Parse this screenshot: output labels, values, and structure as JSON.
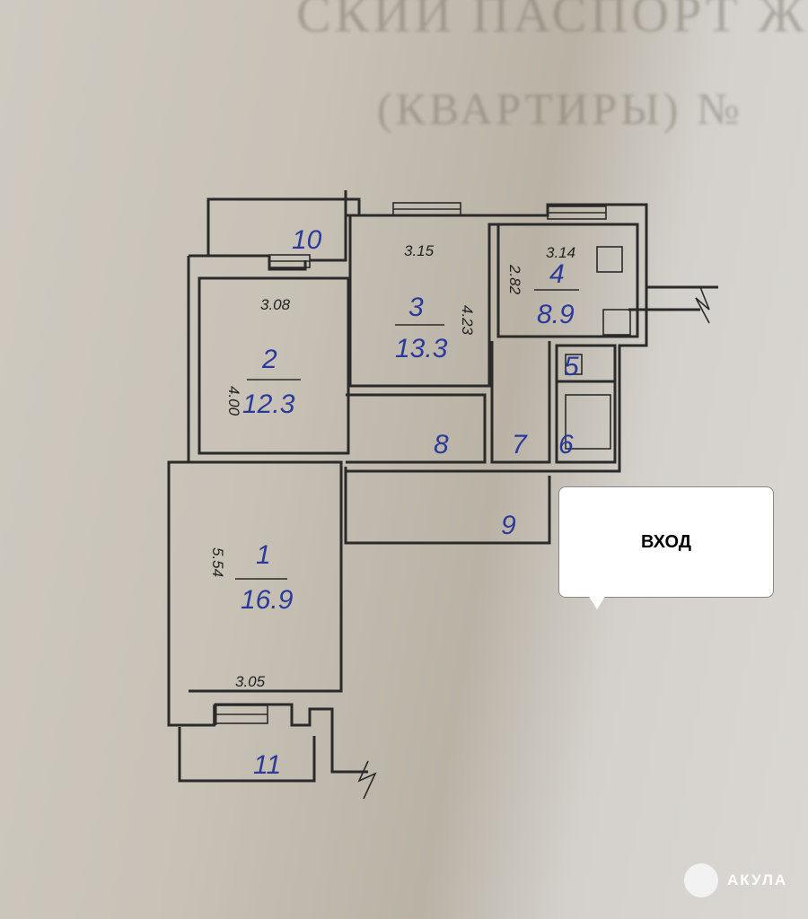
{
  "document_header": {
    "line1": "СКИЙ ПАСПОРТ ЖИЛОГО",
    "line2": "(КВАРТИРЫ) №"
  },
  "rooms": [
    {
      "id": "1",
      "area": "16.9"
    },
    {
      "id": "2",
      "area": "12.3"
    },
    {
      "id": "3",
      "area": "13.3"
    },
    {
      "id": "4",
      "area": "8.9"
    },
    {
      "id": "5"
    },
    {
      "id": "6"
    },
    {
      "id": "7"
    },
    {
      "id": "8"
    },
    {
      "id": "9"
    },
    {
      "id": "10"
    },
    {
      "id": "11"
    }
  ],
  "dimensions": {
    "room2_width": "3.08",
    "room2_length": "4.00",
    "room3_width": "3.15",
    "room3_length": "4.23",
    "room4_length": "2.82",
    "room4_width": "3.14",
    "room1_length": "5.54",
    "room1_width": "3.05"
  },
  "callout": {
    "label": "ВХОД"
  },
  "watermark": {
    "brand": "АКУЛА"
  }
}
